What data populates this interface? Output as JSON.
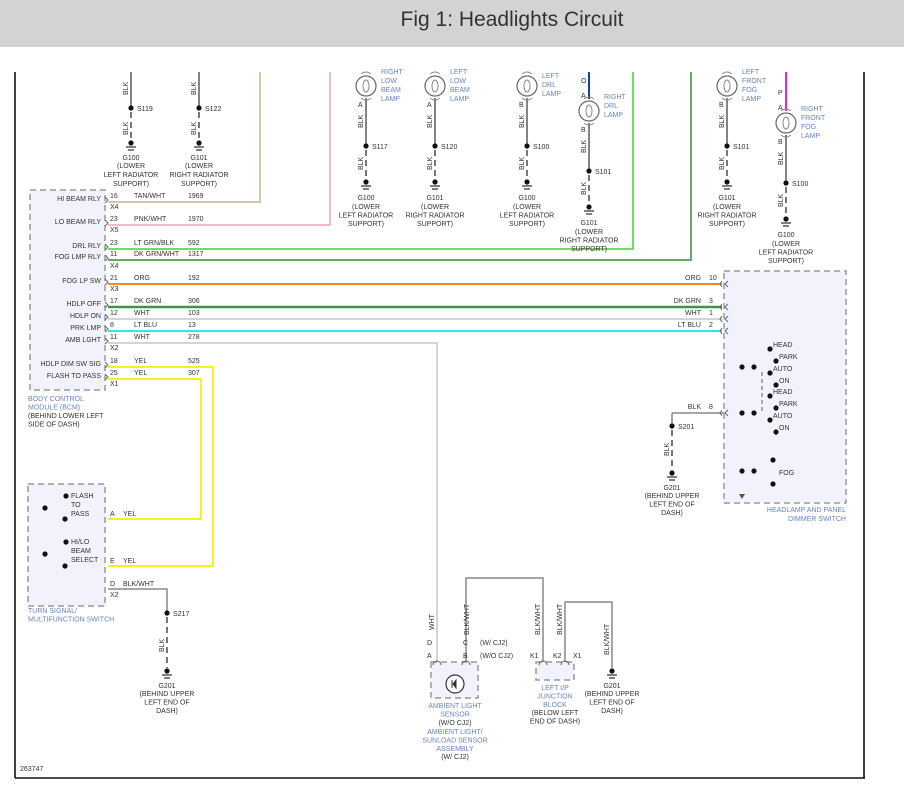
{
  "header": {
    "title": "Fig 1: Headlights Circuit"
  },
  "figure_id": "263747",
  "colors": {
    "tan_wht": "#c8b48a",
    "pnk_wht": "#f0a0b4",
    "lt_grn_blk": "#66e066",
    "dk_grn_wht": "#66a866",
    "org": "#f08a24",
    "dk_grn": "#3a9a3a",
    "wht": "#d4d4d4",
    "lt_blu": "#30e6f0",
    "yel": "#f8f020",
    "blk_wht": "#888888",
    "blue": "#1a3aa8",
    "magenta": "#e820e8"
  },
  "top_grounds": [
    {
      "splice": "S119",
      "wire": "BLK",
      "ground": "G100",
      "loc": [
        "(LOWER",
        "LEFT RADIATOR",
        "SUPPORT)"
      ]
    },
    {
      "splice": "S122",
      "wire": "BLK",
      "ground": "G101",
      "loc": [
        "(LOWER",
        "RIGHT RADIATOR",
        "SUPPORT)"
      ]
    }
  ],
  "lamps": [
    {
      "name": [
        "RIGHT",
        "LOW",
        "BEAM",
        "LAMP"
      ],
      "pin": "A",
      "wire": "BLK",
      "splice": "S117",
      "ground": "G100",
      "loc": [
        "(LOWER",
        "LEFT RADIATOR",
        "SUPPORT)"
      ]
    },
    {
      "name": [
        "LEFT",
        "LOW",
        "BEAM",
        "LAMP"
      ],
      "pin": "A",
      "wire": "BLK",
      "splice": "S120",
      "ground": "G101",
      "loc": [
        "(LOWER",
        "RIGHT RADIATOR",
        "SUPPORT)"
      ]
    },
    {
      "name": [
        "LEFT",
        "DRL",
        "LAMP"
      ],
      "pin": "B",
      "wire": "BLK",
      "splice": "S100",
      "ground": "G100",
      "loc": [
        "(LOWER",
        "LEFT RADIATOR",
        "SUPPORT)"
      ]
    },
    {
      "name": [
        "RIGHT",
        "DRL",
        "LAMP"
      ],
      "pin_top": "A",
      "pin": "B",
      "wire_top": "O",
      "wire": "BLK",
      "splice": "S101",
      "ground": "G101",
      "loc": [
        "(LOWER",
        "RIGHT RADIATOR",
        "SUPPORT)"
      ]
    },
    {
      "name": [
        "LEFT",
        "FRONT",
        "FOG",
        "LAMP"
      ],
      "pin": "B",
      "wire": "BLK",
      "splice": "S101",
      "ground": "G101",
      "loc": [
        "(LOWER",
        "RIGHT RADIATOR",
        "SUPPORT)"
      ]
    },
    {
      "name": [
        "RIGHT",
        "FRONT",
        "FOG",
        "LAMP"
      ],
      "pin_top": "A",
      "pin": "B",
      "wire_top": "P",
      "wire": "BLK",
      "splice": "S100",
      "ground": "G100",
      "loc": [
        "(LOWER",
        "LEFT RADIATOR",
        "SUPPORT)"
      ]
    }
  ],
  "bcm": {
    "title": [
      "BODY CONTROL",
      "MODULE (BCM)"
    ],
    "loc": [
      "(BEHIND LOWER LEFT",
      "SIDE OF DASH)"
    ],
    "pins": [
      {
        "label": "HI BEAM RLY",
        "pin": "16",
        "conn": "X4",
        "wire": "TAN/WHT",
        "circuit": "1969"
      },
      {
        "label": "LO BEAM RLY",
        "pin": "23",
        "conn": "X5",
        "wire": "PNK/WHT",
        "circuit": "1970"
      },
      {
        "label": "DRL RLY",
        "pin": "23",
        "conn": "",
        "wire": "LT GRN/BLK",
        "circuit": "592"
      },
      {
        "label": "FOG LMP RLY",
        "pin": "11",
        "conn": "X4",
        "wire": "DK GRN/WHT",
        "circuit": "1317"
      },
      {
        "label": "FOG LP SW",
        "pin": "21",
        "conn": "X3",
        "wire": "ORG",
        "circuit": "192"
      },
      {
        "label": "HDLP OFF",
        "pin": "17",
        "conn": "",
        "wire": "DK GRN",
        "circuit": "306"
      },
      {
        "label": "HDLP ON",
        "pin": "12",
        "conn": "",
        "wire": "WHT",
        "circuit": "103"
      },
      {
        "label": "PRK LMP",
        "pin": "8",
        "conn": "",
        "wire": "LT BLU",
        "circuit": "13"
      },
      {
        "label": "AMB LGHT",
        "pin": "11",
        "conn": "X2",
        "wire": "WHT",
        "circuit": "278"
      },
      {
        "label": "HDLP DIM SW SIG",
        "pin": "18",
        "conn": "",
        "wire": "YEL",
        "circuit": "525"
      },
      {
        "label": "FLASH TO PASS",
        "pin": "25",
        "conn": "X1",
        "wire": "YEL",
        "circuit": "307"
      }
    ]
  },
  "dimmer_switch": {
    "title": [
      "HEADLAMP AND PANEL",
      "DIMMER SWITCH"
    ],
    "pins": [
      {
        "wire": "ORG",
        "pin": "10"
      },
      {
        "wire": "DK GRN",
        "pin": "3"
      },
      {
        "wire": "WHT",
        "pin": "1"
      },
      {
        "wire": "LT BLU",
        "pin": "2"
      },
      {
        "wire": "BLK",
        "pin": "8"
      }
    ],
    "positions_a": [
      "HEAD",
      "PARK",
      "AUTO",
      "ON"
    ],
    "positions_b": [
      "HEAD",
      "PARK",
      "AUTO",
      "ON"
    ],
    "fog": "FOG",
    "ground": {
      "splice": "S201",
      "wire": "BLK",
      "ground": "G201",
      "loc": [
        "(BEHIND UPPER",
        "LEFT END OF",
        "DASH)"
      ]
    }
  },
  "turn_signal": {
    "title": [
      "TURN SIGNAL/",
      "MULTIFUNCTION SWITCH"
    ],
    "flash": [
      "FLASH",
      "TO",
      "PASS"
    ],
    "hilo": [
      "HI/LO",
      "BEAM",
      "SELECT"
    ],
    "pins": [
      {
        "pin": "A",
        "wire": "YEL"
      },
      {
        "pin": "E",
        "wire": "YEL"
      },
      {
        "pin": "D",
        "wire": "BLK/WHT",
        "conn": "X2"
      }
    ],
    "ground": {
      "splice": "S217",
      "wire": "BLK",
      "ground": "G201",
      "loc": [
        "(BEHIND UPPER",
        "LEFT END OF",
        "DASH)"
      ]
    }
  },
  "ambient_sensor": {
    "wire_d": "WHT",
    "wire_c": "BLK/WHT",
    "pins": {
      "d": "D",
      "a": "A",
      "c": "C",
      "b": "B"
    },
    "note_c": "(W/ CJ2)",
    "note_b": "(W/O CJ2)",
    "title": [
      "AMBIENT LIGHT",
      "SENSOR",
      "(W/O CJ2)",
      "AMBIENT LIGHT/",
      "SUNLOAD SENSOR",
      "ASSEMBLY",
      "(W/ CJ2)"
    ]
  },
  "junction_block": {
    "pins": [
      "K1",
      "K2",
      "X1"
    ],
    "wire_k1": "BLK/WHT",
    "wire_k2": "BLK/WHT",
    "title": [
      "LEFT I/P",
      "JUNCTION",
      "BLOCK"
    ],
    "loc": [
      "(BELOW LEFT",
      "END OF DASH)"
    ]
  },
  "jb_ground": {
    "wire": "BLK/WHT",
    "ground": "G201",
    "loc": [
      "(BEHIND UPPER",
      "LEFT END OF",
      "DASH)"
    ]
  }
}
